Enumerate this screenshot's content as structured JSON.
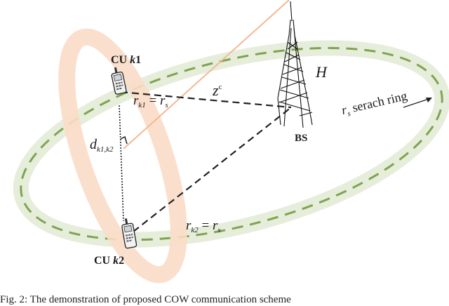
{
  "figure": {
    "caption": "Fig. 2: The demonstration of proposed COW communication scheme",
    "colors": {
      "search_ring_band": "#e6eedb",
      "search_ring_dash": "#7fa450",
      "cu_ring_band": "#fbdcc8",
      "cu_line": "#f4b892",
      "link_dash": "#222222",
      "tower": "#111111"
    },
    "nodes": {
      "cu1": {
        "prefix": "CU ",
        "var": "k",
        "idx": "1"
      },
      "cu2": {
        "prefix": "CU ",
        "var": "k",
        "idx": "2"
      },
      "bs": {
        "label": "BS"
      }
    },
    "labels": {
      "height": "H",
      "zenith_base": "z",
      "zenith_sup": "c",
      "r1": {
        "r": "r",
        "sub": "k1",
        "eq": " = ",
        "rs": "r",
        "rs_sub": "s"
      },
      "r2": {
        "r": "r",
        "sub": "k2",
        "eq": " = ",
        "rs": "r",
        "rs_sub": "s"
      },
      "dist": {
        "d": "d",
        "sub": "k1,k2"
      },
      "ring": {
        "r": "r",
        "sub": "s",
        "text": " serach ring"
      }
    }
  }
}
